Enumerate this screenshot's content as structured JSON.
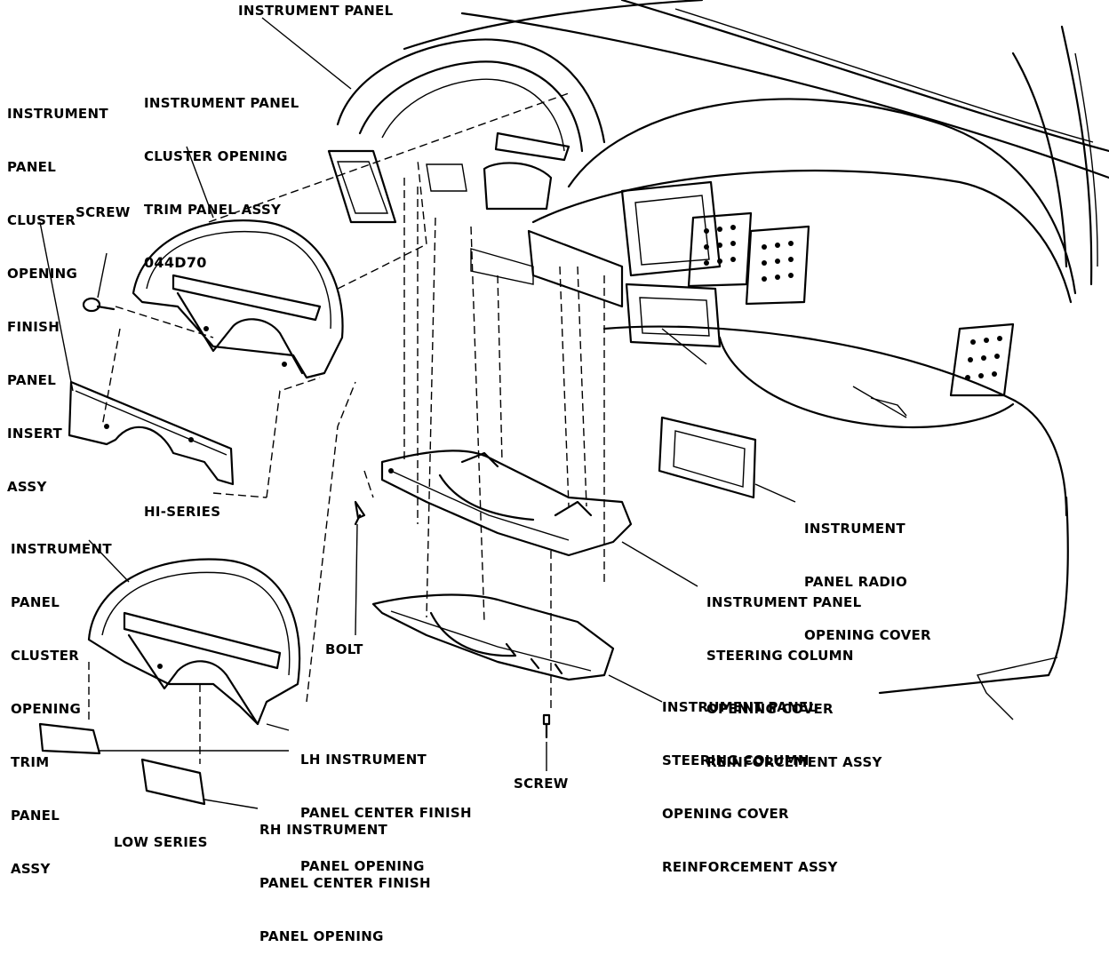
{
  "labels": {
    "instrument_panel": "INSTRUMENT PANEL",
    "cluster_opening_finish_insert": [
      "INSTRUMENT",
      "PANEL",
      "CLUSTER",
      "OPENING",
      "FINISH",
      "PANEL",
      "INSERT",
      "ASSY"
    ],
    "cluster_opening_trim_assy_top": [
      "INSTRUMENT PANEL",
      "CLUSTER OPENING",
      "TRIM PANEL ASSY",
      "044D70"
    ],
    "screw_top": "SCREW",
    "hi_series": "HI-SERIES",
    "cluster_opening_trim_assy_low": [
      "INSTRUMENT",
      "PANEL",
      "CLUSTER",
      "OPENING",
      "TRIM",
      "PANEL",
      "ASSY"
    ],
    "bolt": "BOLT",
    "lh_center_finish": [
      "LH INSTRUMENT",
      "PANEL CENTER FINISH",
      "PANEL OPENING"
    ],
    "rh_center_finish": [
      "RH INSTRUMENT",
      "PANEL CENTER FINISH",
      "PANEL OPENING"
    ],
    "low_series": "LOW SERIES",
    "radio_opening_cover": [
      "INSTRUMENT",
      "PANEL RADIO",
      "OPENING COVER"
    ],
    "steering_cover_reinf_1": [
      "INSTRUMENT PANEL",
      "STEERING COLUMN",
      "OPENING COVER",
      "REINFORCEMENT ASSY"
    ],
    "steering_cover_reinf_2": [
      "INSTRUMENT PANEL",
      "STEERING COLUMN",
      "OPENING COVER",
      "REINFORCEMENT ASSY"
    ],
    "screw_bottom": "SCREW"
  }
}
